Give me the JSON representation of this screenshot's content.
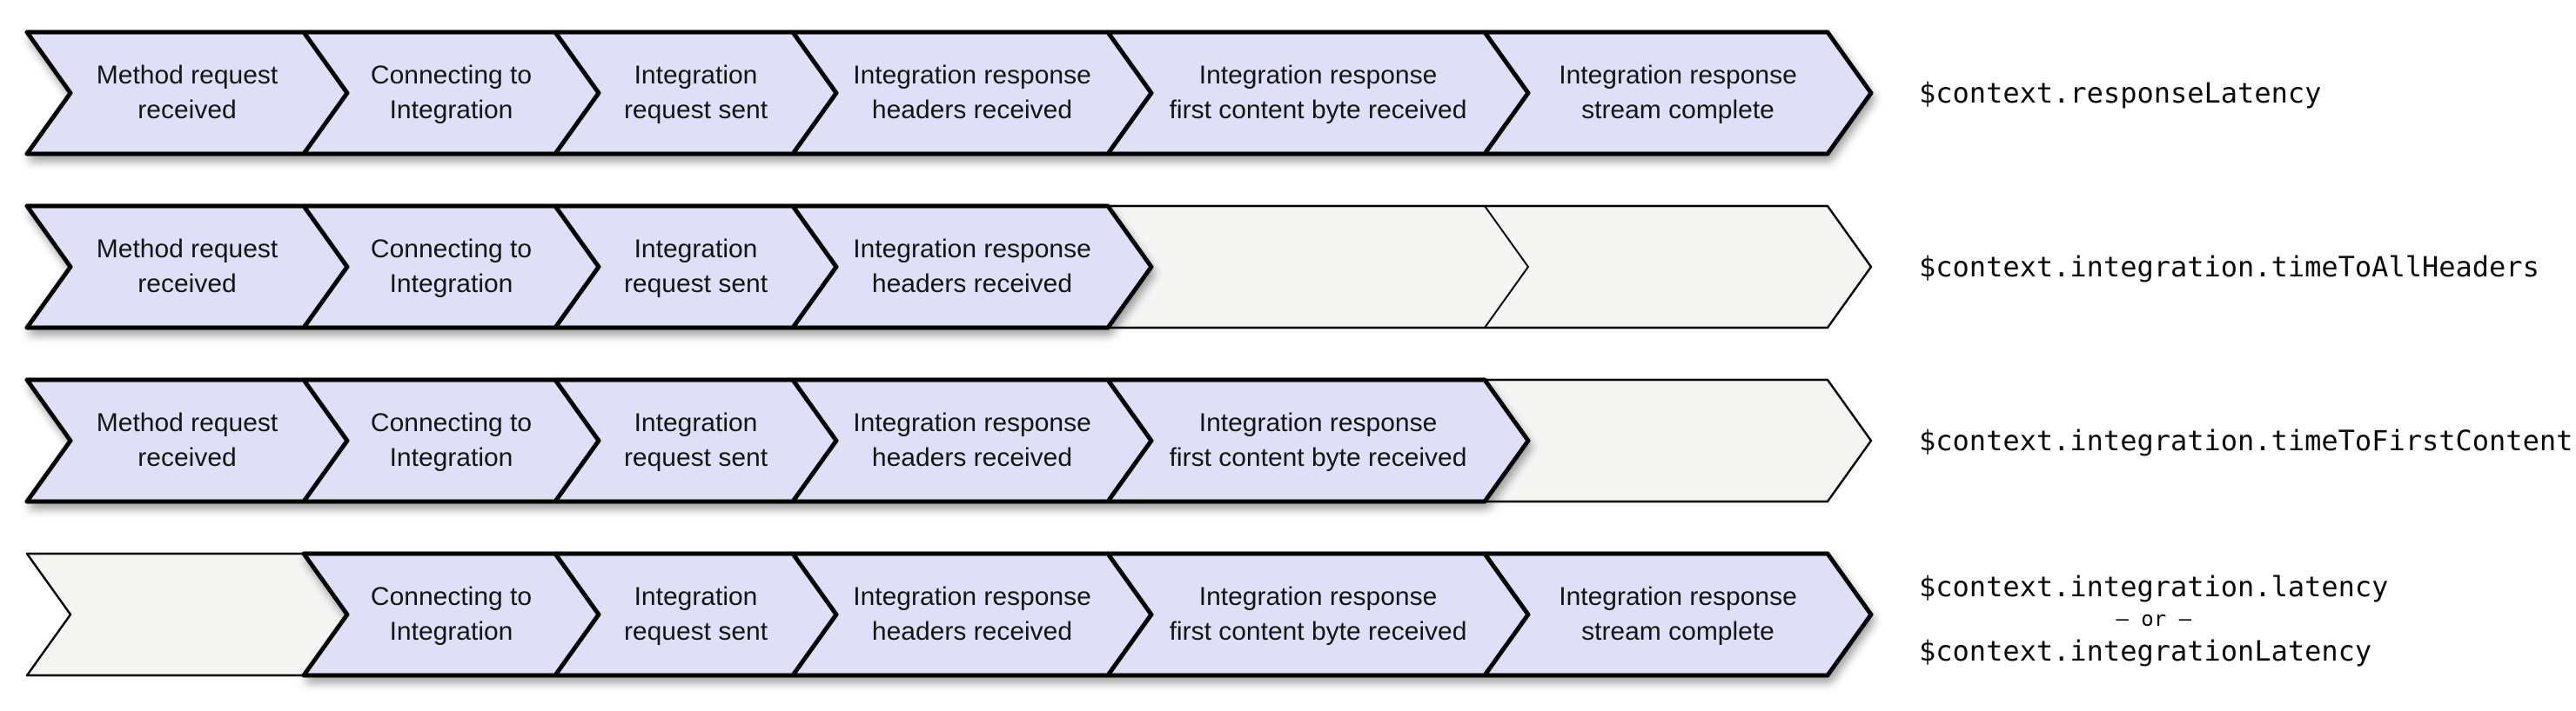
{
  "colors": {
    "stage_fill": "#dfe0f7",
    "track_fill": "#f5f5f4",
    "outline": "#000000",
    "stage_text": "#141414",
    "metric_text": "#0a0a0a"
  },
  "stages": [
    "Method request\nreceived",
    "Connecting to\nIntegration",
    "Integration\nrequest sent",
    "Integration response\nheaders received",
    "Integration response\nfirst content byte received",
    "Integration response\nstream complete"
  ],
  "rows": [
    {
      "metric": "$context.responseLatency",
      "stages_included": [
        true,
        true,
        true,
        true,
        true,
        true
      ]
    },
    {
      "metric": "$context.integration.timeToAllHeaders",
      "stages_included": [
        true,
        true,
        true,
        true,
        false,
        false
      ]
    },
    {
      "metric": "$context.integration.timeToFirstContent",
      "stages_included": [
        true,
        true,
        true,
        true,
        true,
        false
      ]
    },
    {
      "metric_lines": [
        "$context.integration.latency",
        "– or –",
        "$context.integrationLatency"
      ],
      "stages_included": [
        false,
        true,
        true,
        true,
        true,
        true
      ]
    }
  ]
}
